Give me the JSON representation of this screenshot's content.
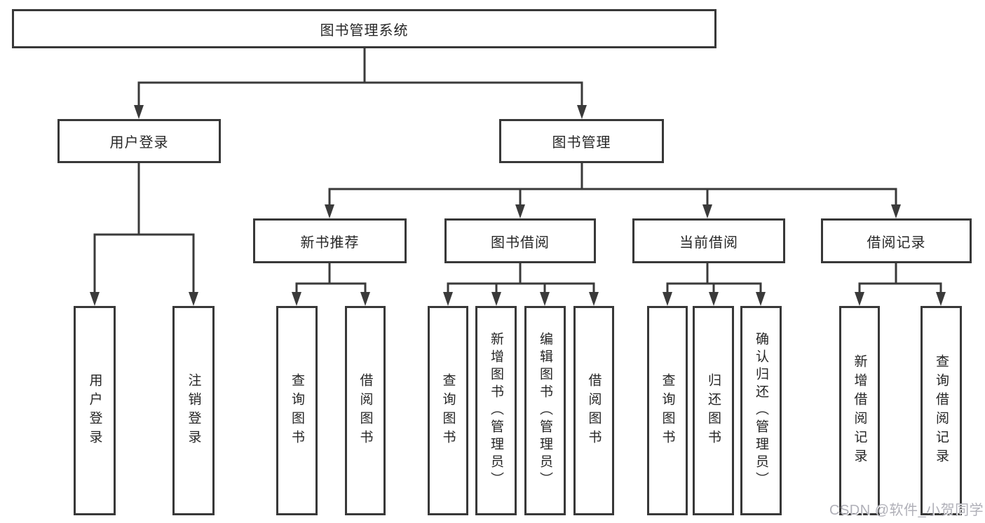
{
  "tree": {
    "root": {
      "label": "图书管理系统",
      "children": [
        {
          "label": "用户登录",
          "children": [
            {
              "label": "用户登录"
            },
            {
              "label": "注销登录"
            }
          ]
        },
        {
          "label": "图书管理",
          "children": [
            {
              "label": "新书推荐",
              "children": [
                {
                  "label": "查询图书"
                },
                {
                  "label": "借阅图书"
                }
              ]
            },
            {
              "label": "图书借阅",
              "children": [
                {
                  "label": "查询图书"
                },
                {
                  "label": "新增图书（管理员）"
                },
                {
                  "label": "编辑图书（管理员）"
                },
                {
                  "label": "借阅图书"
                }
              ]
            },
            {
              "label": "当前借阅",
              "children": [
                {
                  "label": "查询图书"
                },
                {
                  "label": "归还图书"
                },
                {
                  "label": "确认归还（管理员）"
                }
              ]
            },
            {
              "label": "借阅记录",
              "children": [
                {
                  "label": "新增借阅记录"
                },
                {
                  "label": "查询借阅记录"
                }
              ]
            }
          ]
        }
      ]
    }
  },
  "watermark": {
    "text": "CSDN @软件_小贺同学"
  },
  "colors": {
    "line": "#3a3a3a",
    "box_border": "#383838",
    "text": "#262626",
    "watermark": "#b0b0b8",
    "background": "#ffffff"
  }
}
